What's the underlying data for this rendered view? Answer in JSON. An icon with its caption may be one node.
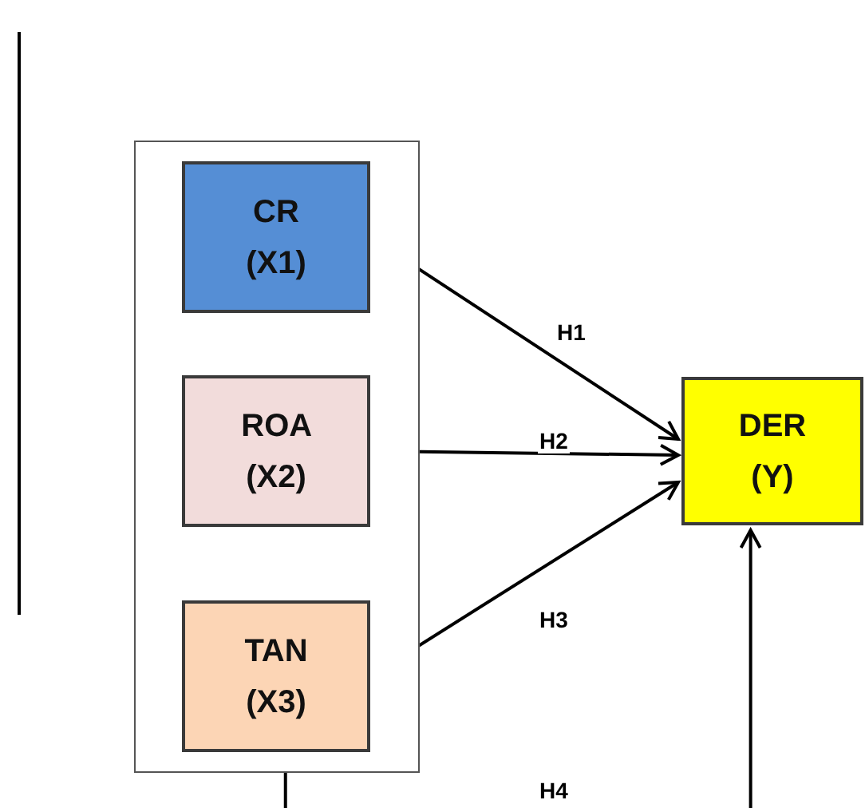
{
  "diagram": {
    "nodes": [
      {
        "text": [],
        "shape": "box"
      },
      {
        "text": [
          "CR (X1)"
        ],
        "in": 0
      },
      {
        "text": [
          "ROA (X2)"
        ],
        "in": 0
      },
      {
        "text": [
          "TAN (X3)"
        ],
        "in": 0
      },
      {
        "text": [
          "DER (Y)"
        ]
      }
    ],
    "edges": [
      {
        "from": 1,
        "to": 4,
        "arrow": "to",
        "label": "H1"
      },
      {
        "from": 2,
        "to": 4,
        "arrow": "to",
        "label": "H2"
      },
      {
        "from": 3,
        "to": 4,
        "arrow": "to",
        "label": "H3"
      },
      {
        "from": 0,
        "to": 4,
        "arrow": "to",
        "label": "H4"
      }
    ]
  }
}
